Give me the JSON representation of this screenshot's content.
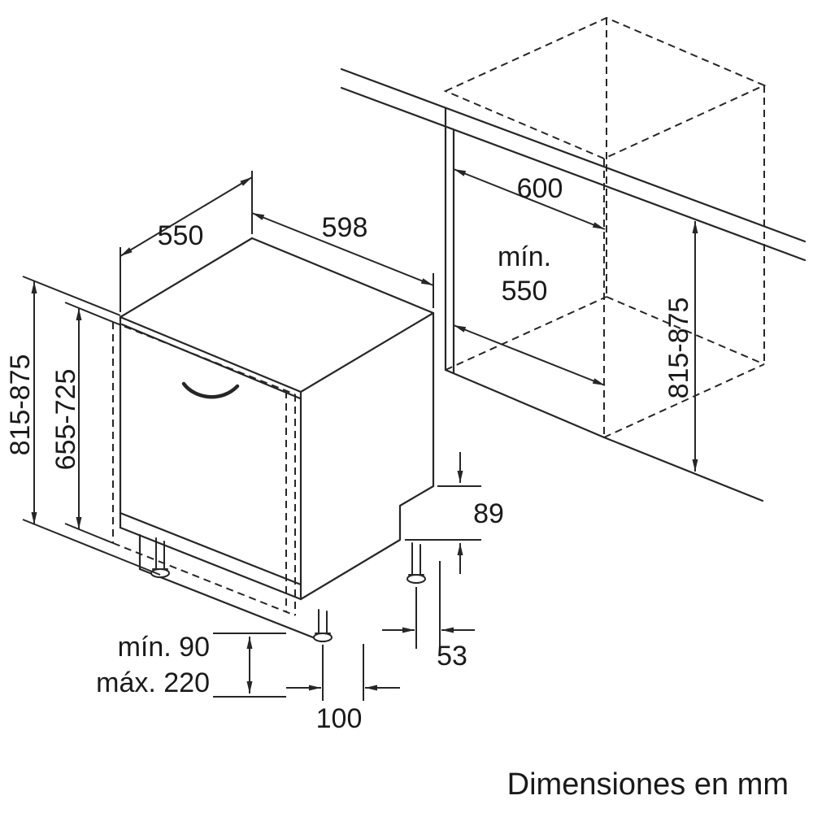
{
  "diagram": {
    "caption": "Dimensiones en mm",
    "dims": {
      "depth_top": "550",
      "width_top": "598",
      "niche_width": "600",
      "niche_depth_line1": "mín.",
      "niche_depth_line2": "550",
      "height_left": "815-875",
      "panel_height": "655-725",
      "height_right": "815-875",
      "base_step": "89",
      "rear_foot_offset": "53",
      "plinth_min": "mín. 90",
      "plinth_max": "máx. 220",
      "front_foot_offset": "100"
    }
  }
}
